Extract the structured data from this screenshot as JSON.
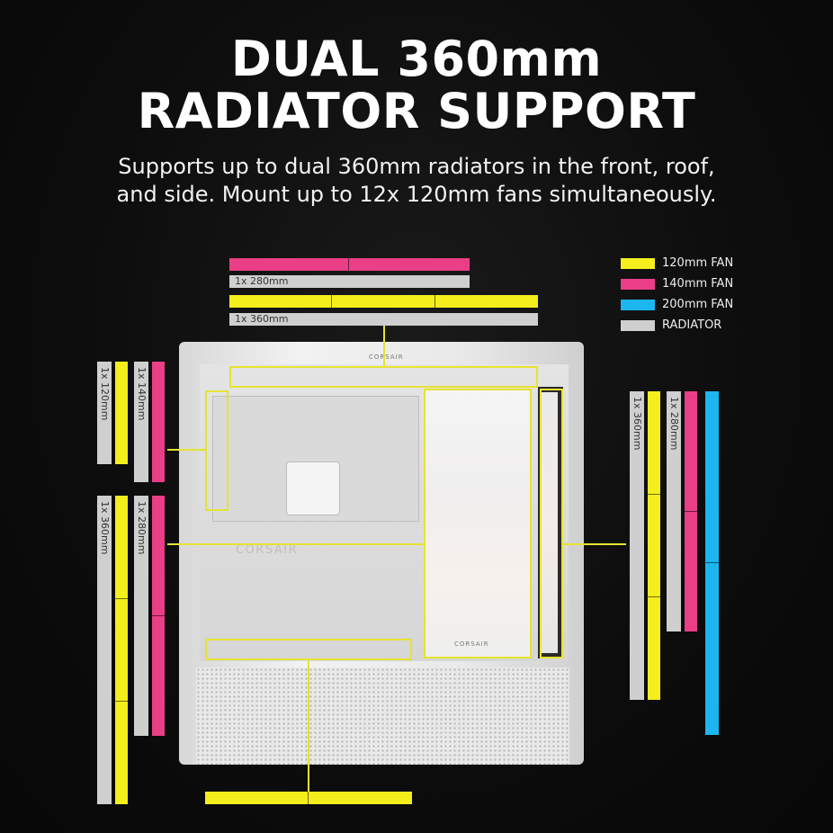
{
  "header": {
    "title_line1": "DUAL 360mm",
    "title_line2": "RADIATOR SUPPORT",
    "subtitle_line1": "Supports up to dual 360mm radiators in the front, roof,",
    "subtitle_line2": "and side. Mount up to 12x 120mm fans simultaneously."
  },
  "legend": [
    {
      "label": "120mm FAN",
      "color": "#f3ee1c"
    },
    {
      "label": "140mm FAN",
      "color": "#ea3e86"
    },
    {
      "label": "200mm FAN",
      "color": "#1bb6ef"
    },
    {
      "label": "RADIATOR",
      "color": "#cfcfcf"
    }
  ],
  "roof": {
    "rad_280_label": "1x 280mm",
    "rad_360_label": "1x 360mm"
  },
  "rear": {
    "rad_120_label": "1x 120mm",
    "rad_140_label": "1x 140mm"
  },
  "psu_side": {
    "rad_360_label": "1x 360mm",
    "rad_280_label": "1x 280mm"
  },
  "front": {
    "rad_360_label": "1x 360mm",
    "rad_280_label": "1x 280mm"
  },
  "case": {
    "brand_top": "CORSAIR",
    "brand_tray": "CORSAIR",
    "brand_glass": "CORSAIR"
  }
}
